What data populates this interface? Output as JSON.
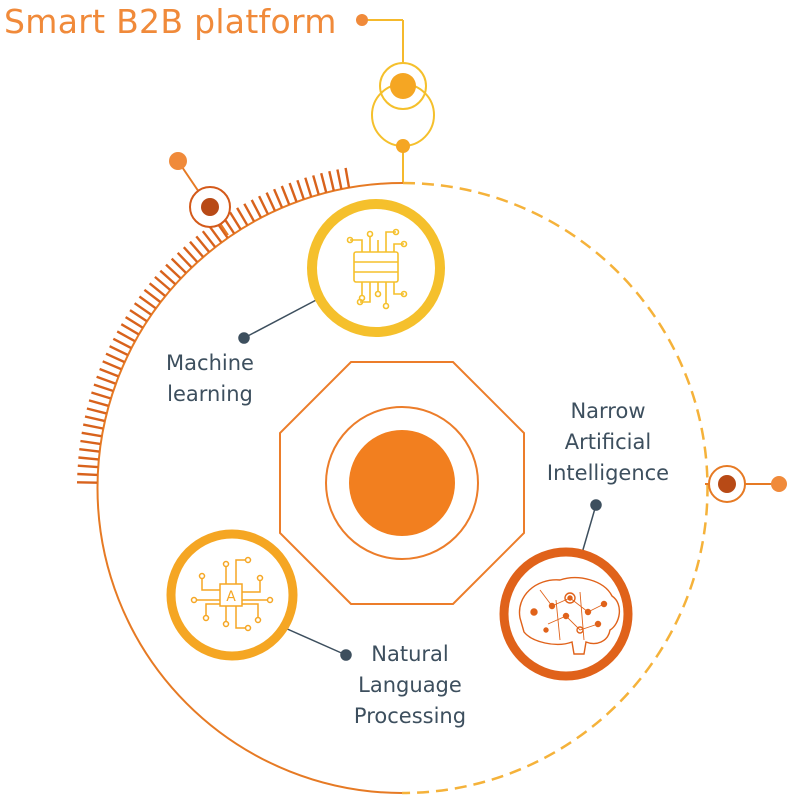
{
  "title": "Smart B2B platform",
  "nodes": {
    "machine_learning": {
      "line1": "Machine",
      "line2": "learning",
      "icon": "chip-icon"
    },
    "narrow_ai": {
      "line1": "Narrow",
      "line2": "Artificial",
      "line3": "Intelligence",
      "icon": "brain-icon"
    },
    "nlp": {
      "line1": "Natural",
      "line2": "Language",
      "line3": "Processing",
      "icon": "ai-chip-icon",
      "icon_text": "A"
    }
  },
  "colors": {
    "orange": "#f08a3a",
    "dark_orange": "#e06a1a",
    "yellow": "#f5c02c",
    "gold": "#f5a623",
    "rust": "#c0521a",
    "slate": "#3d4f5e"
  }
}
